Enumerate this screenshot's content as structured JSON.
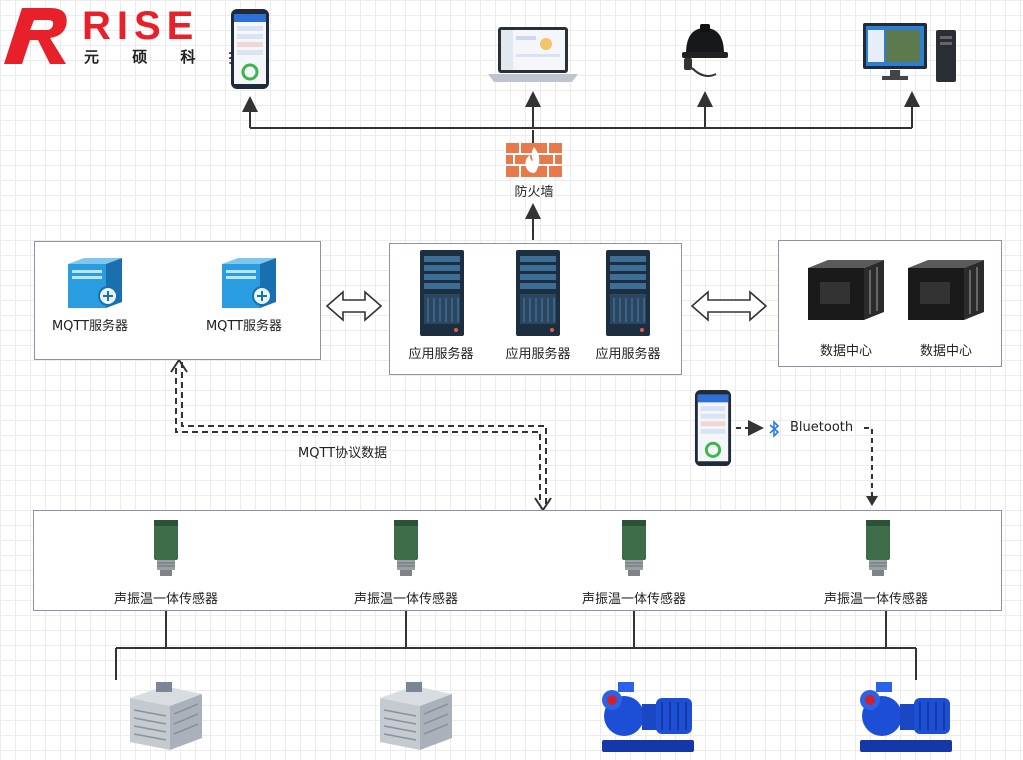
{
  "logo": {
    "text": "RISE",
    "subtitle": "元 硕 科 技",
    "color": "#e8202a"
  },
  "firewall": {
    "label": "防火墙",
    "icon": "firewall-icon",
    "color": "#e8794a"
  },
  "mqtt_servers": [
    {
      "label": "MQTT服务器",
      "icon": "server-icon"
    },
    {
      "label": "MQTT服务器",
      "icon": "server-icon"
    }
  ],
  "app_servers": [
    {
      "label": "应用服务器",
      "icon": "rack-server-icon"
    },
    {
      "label": "应用服务器",
      "icon": "rack-server-icon"
    },
    {
      "label": "应用服务器",
      "icon": "rack-server-icon"
    }
  ],
  "data_centers": [
    {
      "label": "数据中心",
      "icon": "datacenter-icon"
    },
    {
      "label": "数据中心",
      "icon": "datacenter-icon"
    }
  ],
  "mqtt_link_label": "MQTT协议数据",
  "bluetooth_label": "Bluetooth",
  "sensors": [
    {
      "label": "声振温一体传感器"
    },
    {
      "label": "声振温一体传感器"
    },
    {
      "label": "声振温一体传感器"
    },
    {
      "label": "声振温一体传感器"
    }
  ],
  "clients": [
    {
      "icon": "phone-icon"
    },
    {
      "icon": "laptop-icon"
    },
    {
      "icon": "headset-helmet-icon"
    },
    {
      "icon": "desktop-pc-icon"
    }
  ],
  "equipment": [
    {
      "icon": "cooling-tower-icon"
    },
    {
      "icon": "cooling-tower-icon"
    },
    {
      "icon": "water-pump-icon"
    },
    {
      "icon": "water-pump-icon"
    }
  ]
}
